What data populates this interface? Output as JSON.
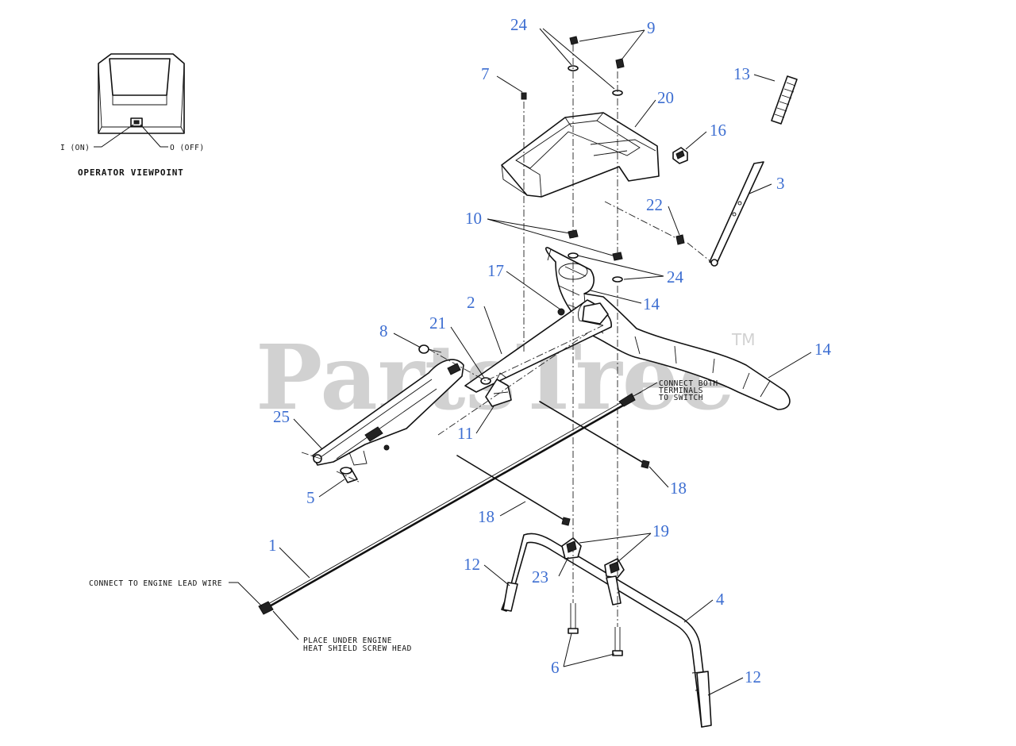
{
  "operator_view": {
    "title": "OPERATOR VIEWPOINT",
    "on_label": "I (ON)",
    "off_label": "O (OFF)"
  },
  "notes": {
    "engine_lead_wire": "CONNECT TO ENGINE LEAD WIRE",
    "heat_shield_line1": "PLACE UNDER ENGINE",
    "heat_shield_line2": "HEAT SHIELD SCREW HEAD",
    "switch_line1": "CONNECT BOTH",
    "switch_line2": "TERMINALS",
    "switch_line3": "TO SWITCH"
  },
  "watermark": {
    "text": "PartsTree",
    "trademark": "TM"
  },
  "callouts": [
    {
      "id": "c24a",
      "label": "24"
    },
    {
      "id": "c9",
      "label": "9"
    },
    {
      "id": "c7",
      "label": "7"
    },
    {
      "id": "c20",
      "label": "20"
    },
    {
      "id": "c13",
      "label": "13"
    },
    {
      "id": "c16",
      "label": "16"
    },
    {
      "id": "c3",
      "label": "3"
    },
    {
      "id": "c22",
      "label": "22"
    },
    {
      "id": "c10",
      "label": "10"
    },
    {
      "id": "c24b",
      "label": "24"
    },
    {
      "id": "c17",
      "label": "17"
    },
    {
      "id": "c14a",
      "label": "14"
    },
    {
      "id": "c2",
      "label": "2"
    },
    {
      "id": "c21",
      "label": "21"
    },
    {
      "id": "c8",
      "label": "8"
    },
    {
      "id": "c14b",
      "label": "14"
    },
    {
      "id": "c11",
      "label": "11"
    },
    {
      "id": "c25",
      "label": "25"
    },
    {
      "id": "c18a",
      "label": "18"
    },
    {
      "id": "c5",
      "label": "5"
    },
    {
      "id": "c18b",
      "label": "18"
    },
    {
      "id": "c19",
      "label": "19"
    },
    {
      "id": "c1",
      "label": "1"
    },
    {
      "id": "c12a",
      "label": "12"
    },
    {
      "id": "c23",
      "label": "23"
    },
    {
      "id": "c4",
      "label": "4"
    },
    {
      "id": "c6",
      "label": "6"
    },
    {
      "id": "c12b",
      "label": "12"
    }
  ],
  "colors": {
    "callout": "#3d6ed1",
    "line": "#111111",
    "watermark": "#000000"
  }
}
